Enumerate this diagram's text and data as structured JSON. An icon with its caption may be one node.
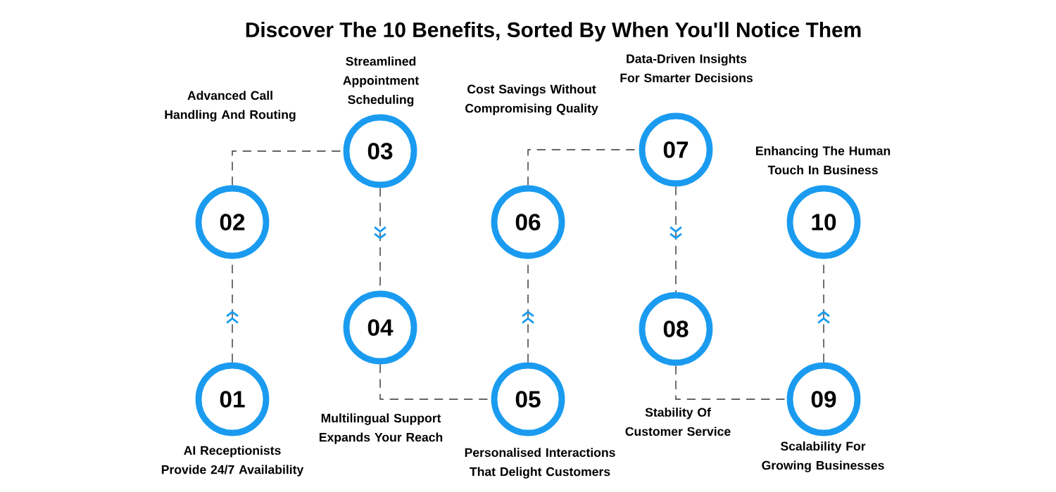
{
  "diagram": {
    "title": "Discover The 10 Benefits, Sorted By When You'll Notice Them",
    "nodes": [
      {
        "text": [
          "01"
        ],
        "beside": [
          "AI Receptionists Provide 24/7 Availability"
        ]
      },
      {
        "text": [
          "02"
        ]
      },
      {
        "text": [
          "03"
        ],
        "beside": [
          "Streamlined Appointment Scheduling"
        ]
      },
      {
        "text": [
          "04"
        ]
      },
      {
        "text": [
          "05"
        ],
        "beside": [
          "Personalised Interactions That Delight Customers"
        ]
      },
      {
        "text": [
          "06"
        ]
      },
      {
        "text": [
          "07"
        ],
        "beside": [
          "Data-Driven Insights For Smarter Decisions"
        ]
      },
      {
        "text": [
          "08"
        ],
        "beside": [
          "Stability Of Customer Service"
        ]
      },
      {
        "text": [
          "09"
        ],
        "beside": [
          "Scalability For Growing Businesses"
        ]
      },
      {
        "text": [
          "10"
        ],
        "beside": [
          "Enhancing The Human Touch In Business"
        ]
      }
    ],
    "edges": [
      {
        "from": 0,
        "to": 1,
        "arrow": "to",
        "style": "dashed"
      },
      {
        "from": 1,
        "to": 2,
        "arrow": "none",
        "style": "dashed"
      },
      {
        "from": 2,
        "to": 3,
        "arrow": "to",
        "style": "dashed"
      },
      {
        "from": 3,
        "to": 4,
        "arrow": "none",
        "style": "dashed"
      },
      {
        "from": 4,
        "to": 5,
        "arrow": "to",
        "style": "dashed"
      },
      {
        "from": 5,
        "to": 6,
        "arrow": "none",
        "style": "dashed"
      },
      {
        "from": 6,
        "to": 7,
        "arrow": "to",
        "style": "dashed"
      },
      {
        "from": 7,
        "to": 8,
        "arrow": "none",
        "style": "dashed"
      },
      {
        "from": 8,
        "to": 9,
        "arrow": "to",
        "style": "dashed"
      }
    ],
    "labels": [
      "Advanced Call Handling And Routing",
      "Multilingual Support Expands Your Reach",
      "Cost Savings Without Compromising Quality"
    ]
  }
}
